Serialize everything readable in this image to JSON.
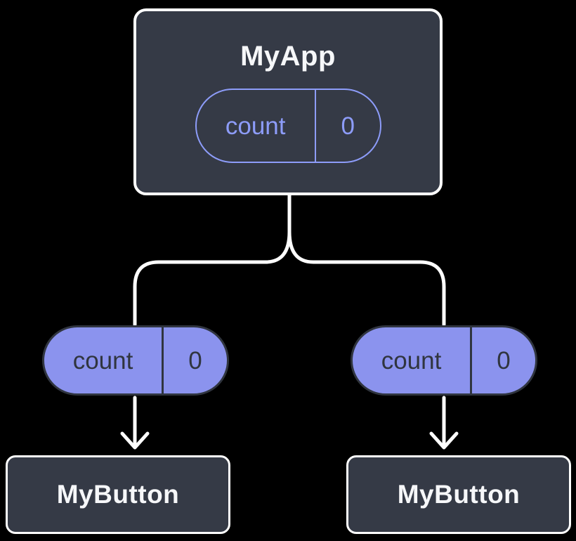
{
  "colors": {
    "background": "#000000",
    "node-fill": "#353A46",
    "node-border": "#FFFFFF",
    "label-text": "#F6F7F9",
    "pill-fill": "#8B93EE",
    "pill-outline": "#8D9CF9",
    "pill-dark": "#30353F",
    "connector": "#FFFFFF"
  },
  "tree": {
    "root": {
      "label": "MyApp",
      "state": {
        "name": "count",
        "value": "0"
      }
    },
    "children": [
      {
        "prop": {
          "name": "count",
          "value": "0"
        },
        "label": "MyButton"
      },
      {
        "prop": {
          "name": "count",
          "value": "0"
        },
        "label": "MyButton"
      }
    ]
  }
}
